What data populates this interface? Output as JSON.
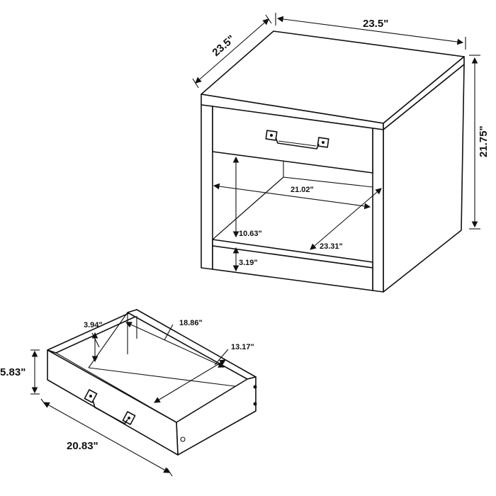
{
  "nightstand": {
    "top_width": "23.5\"",
    "top_depth": "23.5\"",
    "height": "21.75\"",
    "interior_width": "21.02\"",
    "interior_depth": "23.31\"",
    "open_shelf_height": "10.63\"",
    "base_height": "3.19\""
  },
  "drawer": {
    "height": "5.83\"",
    "width": "20.83\"",
    "inner_depth_diag": "18.86\"",
    "inner_width": "13.17\"",
    "side_height": "3.94\""
  }
}
